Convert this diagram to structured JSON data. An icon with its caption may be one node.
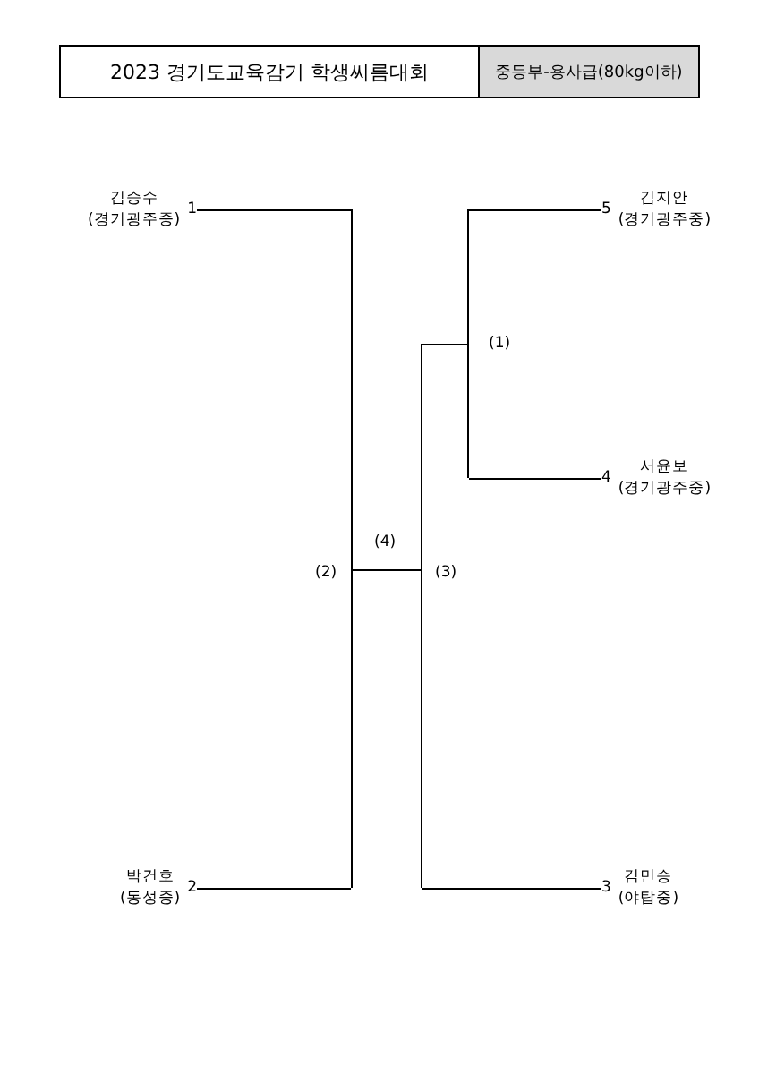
{
  "diagram": {
    "nodes": [
      {
        "text": [
          "2023 경기도교육감기 학생씨름대회"
        ]
      },
      {
        "text": [
          "중등부-용사급(80kg이하)"
        ]
      },
      {
        "text": [
          "김승수",
          "(경기광주중)"
        ],
        "beside": [
          "1"
        ]
      },
      {
        "text": [
          "박건호",
          "(동성중)"
        ],
        "beside": [
          "2"
        ]
      },
      {
        "text": [
          "김지안",
          "(경기광주중)"
        ],
        "beside": [
          "5"
        ]
      },
      {
        "text": [
          "서윤보",
          "(경기광주중)"
        ],
        "beside": [
          "4"
        ]
      },
      {
        "text": [
          "김민승",
          "(야탑중)"
        ],
        "beside": [
          "3"
        ]
      },
      {
        "text": [],
        "shape": "bar",
        "beside": [
          "(2)"
        ]
      },
      {
        "text": [],
        "shape": "bar",
        "beside": [
          "(3)"
        ]
      },
      {
        "text": [],
        "shape": "bar",
        "beside": [
          "(1)"
        ]
      }
    ],
    "edges": [
      {
        "from": 2,
        "to": 7,
        "arrow": "none"
      },
      {
        "from": 3,
        "to": 7,
        "arrow": "none"
      },
      {
        "from": 4,
        "to": 9,
        "arrow": "none"
      },
      {
        "from": 5,
        "to": 9,
        "arrow": "none"
      },
      {
        "from": 9,
        "to": 8,
        "arrow": "none"
      },
      {
        "from": 6,
        "to": 8,
        "arrow": "none"
      },
      {
        "from": 7,
        "to": 8,
        "arrow": "none",
        "label": "(4)"
      }
    ]
  }
}
